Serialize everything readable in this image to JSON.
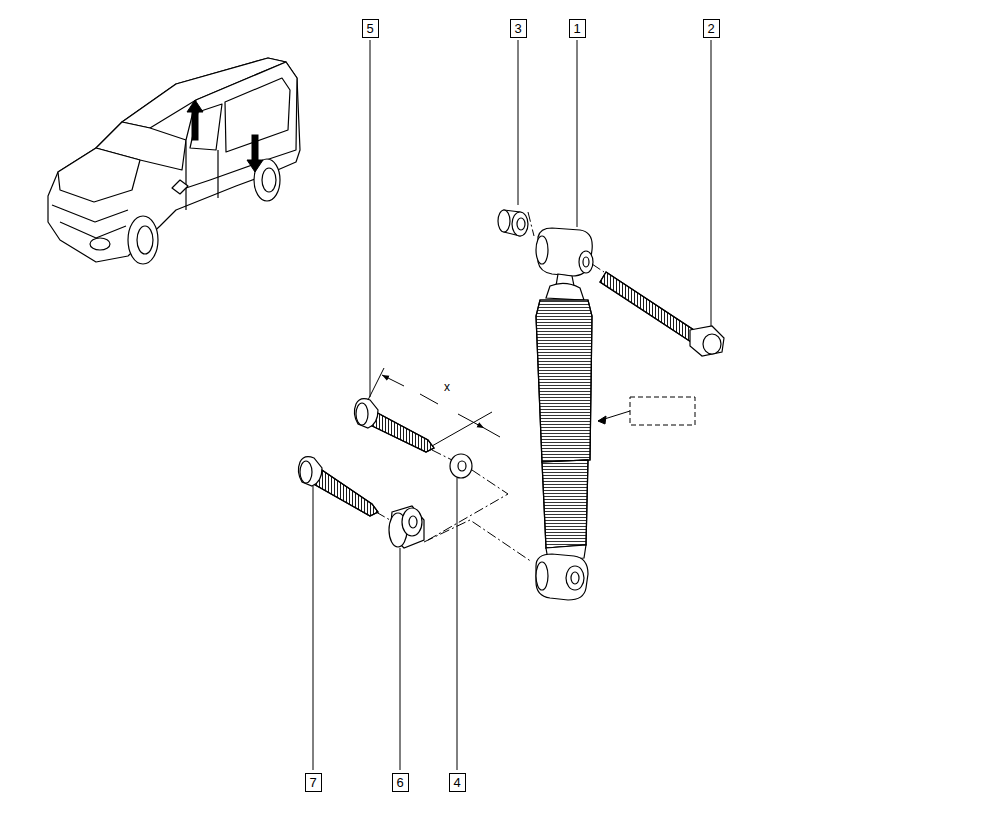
{
  "diagram": {
    "nodes": [
      {
        "text": [
          "5"
        ]
      },
      {
        "text": [
          "3"
        ]
      },
      {
        "text": [
          "1"
        ]
      },
      {
        "text": [
          "2"
        ]
      },
      {
        "text": [
          "7"
        ]
      },
      {
        "text": [
          "6"
        ]
      },
      {
        "text": [
          "4"
        ]
      }
    ],
    "labels": [
      "x"
    ]
  }
}
